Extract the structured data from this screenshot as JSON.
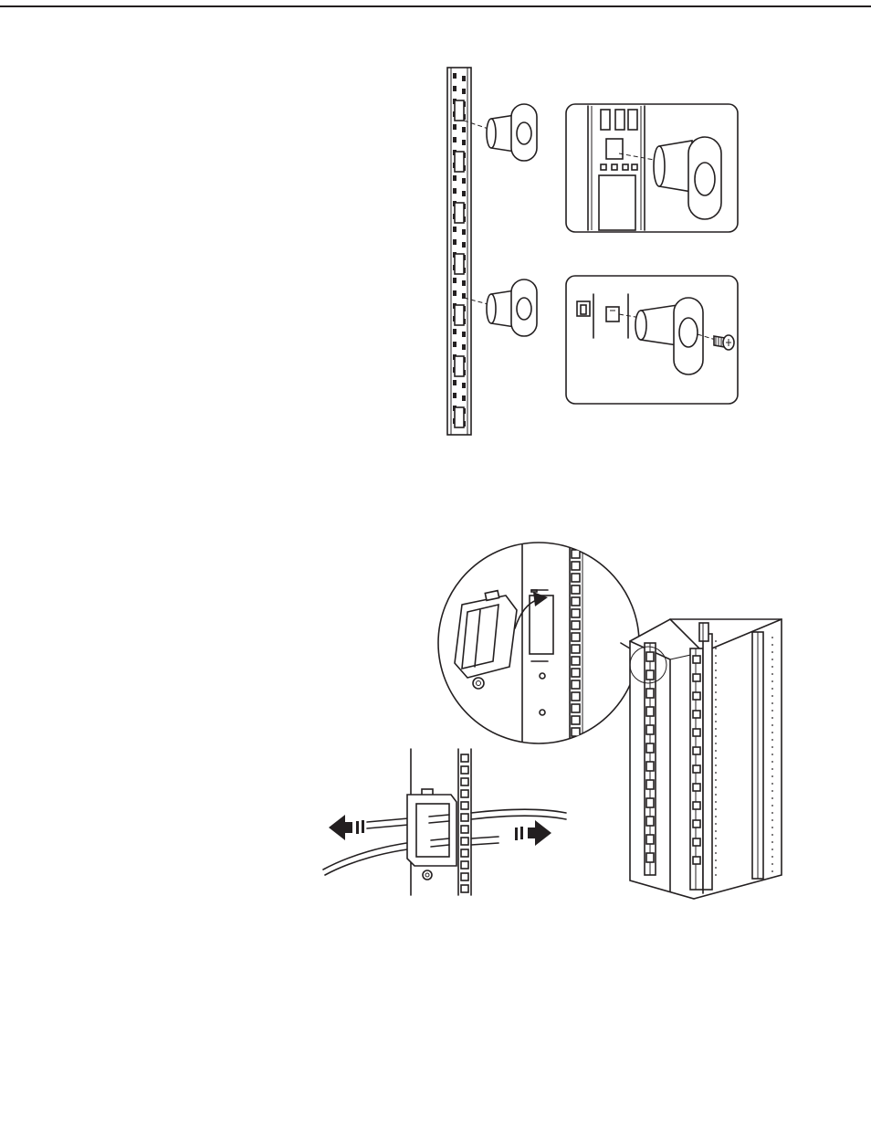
{
  "colors": {
    "ink": "#231f20",
    "paper": "#ffffff"
  },
  "figures": [
    {
      "name": "rail-with-standoffs",
      "kind": "line-drawing"
    },
    {
      "name": "standoff-detail-clip",
      "kind": "callout"
    },
    {
      "name": "standoff-detail-screw",
      "kind": "callout"
    },
    {
      "name": "cable-grommet-magnified",
      "kind": "callout"
    },
    {
      "name": "rack-enclosure",
      "kind": "line-drawing"
    },
    {
      "name": "cables-through-grommet",
      "kind": "line-drawing"
    }
  ]
}
